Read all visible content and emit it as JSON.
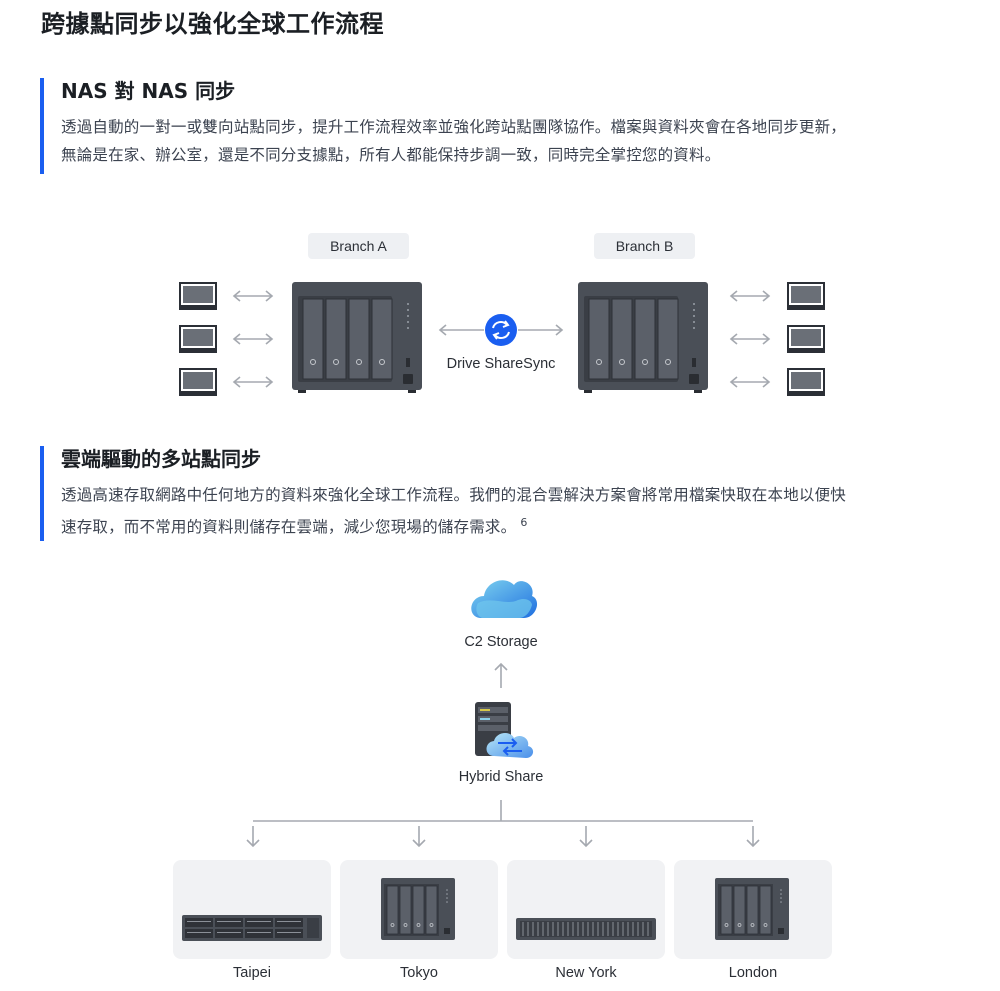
{
  "page": {
    "title": "跨據點同步以強化全球工作流程"
  },
  "section_nas": {
    "heading": "NAS 對 NAS 同步",
    "body_line1": "透過自動的一對一或雙向站點同步，提升工作流程效率並強化跨站點團隊協作。檔案與資料夾會在各地同步更新，",
    "body_line2": "無論是在家、辦公室，還是不同分支據點，所有人都能保持步調一致，同時完全掌控您的資料。"
  },
  "diagram_nas": {
    "branch_a": "Branch A",
    "branch_b": "Branch B",
    "sync_label": "Drive ShareSync"
  },
  "section_cloud": {
    "heading": "雲端驅動的多站點同步",
    "body_line1": "透過高速存取網路中任何地方的資料來強化全球工作流程。我們的混合雲解決方案會將常用檔案快取在本地以便快",
    "body_line2": "速存取，而不常用的資料則儲存在雲端，減少您現場的儲存需求。",
    "footnote": "6"
  },
  "diagram_cloud": {
    "cloud_label": "C2 Storage",
    "hub_label": "Hybrid Share",
    "sites": [
      "Taipei",
      "Tokyo",
      "New York",
      "London"
    ]
  },
  "colors": {
    "accent_blue": "#1a5ef0",
    "device_body": "#4a4f57",
    "arrow_gray": "#a5a9b0"
  }
}
